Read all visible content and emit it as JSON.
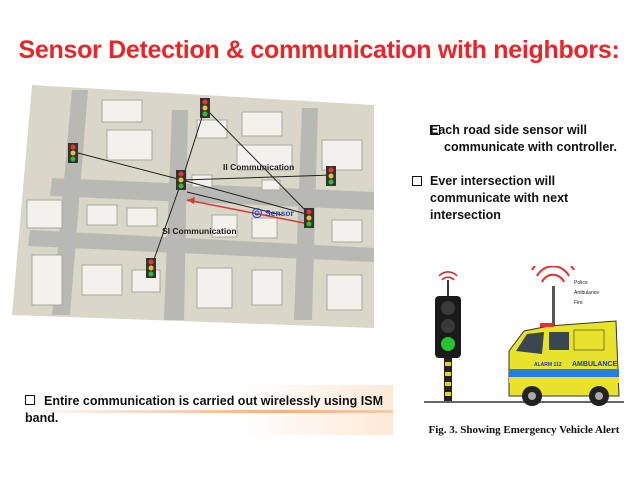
{
  "title": "Sensor Detection & communication with neighbors:",
  "bullets": [
    "Each road side sensor will communicate with controller.",
    "Ever intersection will communicate with next intersection"
  ],
  "bottom_bullet": "Entire communication is carried out wirelessly using ISM band.",
  "map": {
    "ii_label": "II Communication",
    "si_label": "SI Communication",
    "sensor_label": "Sensor"
  },
  "figure": {
    "caption": "Fig. 3. Showing Emergency Vehicle Alert",
    "legend": [
      "Police",
      "Ambulance",
      "Fire"
    ],
    "ambulance_text": "AMBULANCE",
    "alarm_text": "ALARM 112"
  }
}
